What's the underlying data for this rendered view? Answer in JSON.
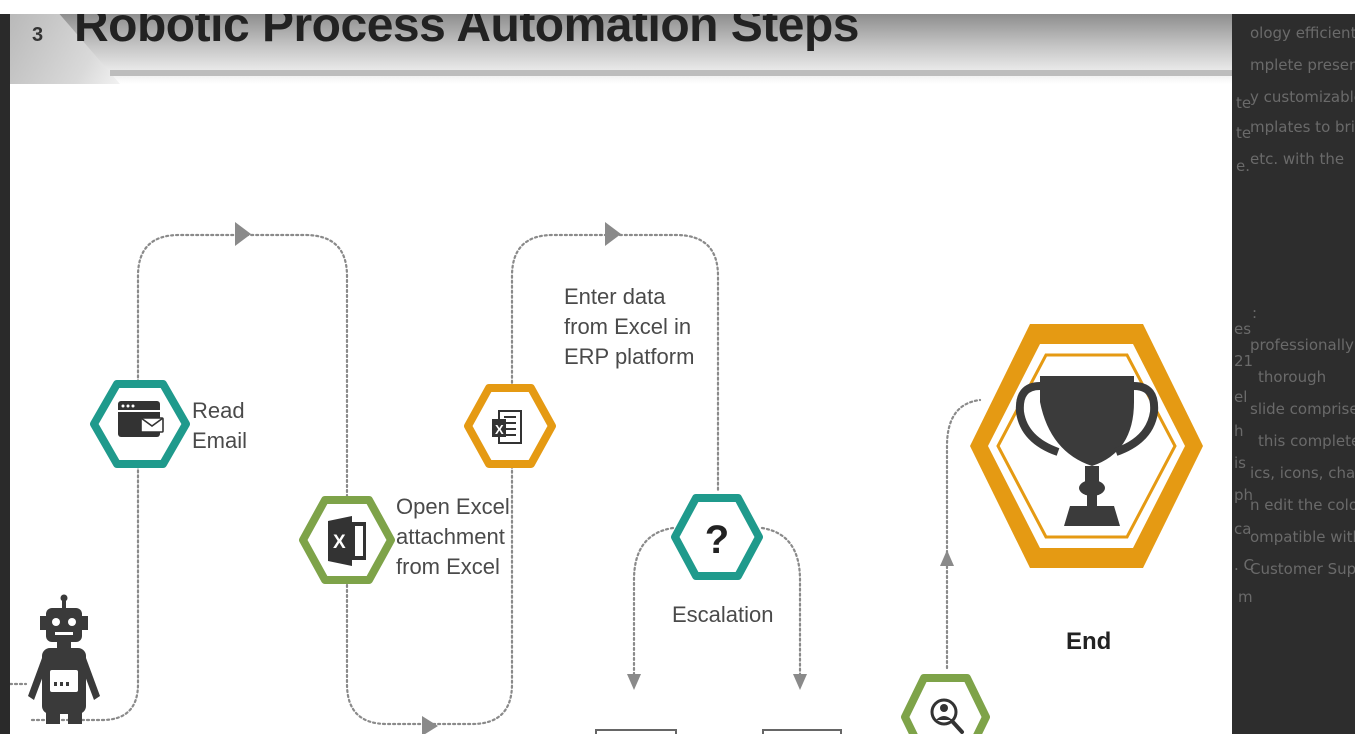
{
  "slide": {
    "number": "3",
    "title": "Robotic Process Automation Steps"
  },
  "steps": {
    "read_email": {
      "line1": "Read",
      "line2": "Email",
      "icon": "email-window-icon"
    },
    "open_excel": {
      "line1": "Open Excel",
      "line2": "attachment",
      "line3": "from Excel",
      "icon": "excel-icon"
    },
    "enter_data": {
      "line1": "Enter data",
      "line2": "from Excel in",
      "line3": "ERP platform",
      "icon": "excel-document-icon"
    },
    "escalation": {
      "label": "Escalation",
      "symbol": "?",
      "icon": "question-icon"
    },
    "end": {
      "label": "End",
      "icon": "trophy-icon"
    }
  },
  "colors": {
    "teal": "#1f9a8c",
    "green": "#7ea349",
    "orange": "#e59a13",
    "icon_dark": "#333333",
    "connector": "#8a8a8a"
  },
  "right_panel": {
    "lines": [
      "ology efficiently",
      "mplete presentation",
      "y customizable",
      "mplates to bring",
      "etc. with the",
      ":",
      "professionally",
      "thorough",
      "slide comprises",
      "this complete",
      "ics, icons, charts",
      "n edit the colors",
      "ompatible with",
      "Customer Support",
      "m"
    ],
    "fragments": [
      "te",
      "te",
      "e.",
      "es",
      "21",
      "el",
      "h",
      "is",
      "ph",
      "ca",
      ". C"
    ]
  }
}
